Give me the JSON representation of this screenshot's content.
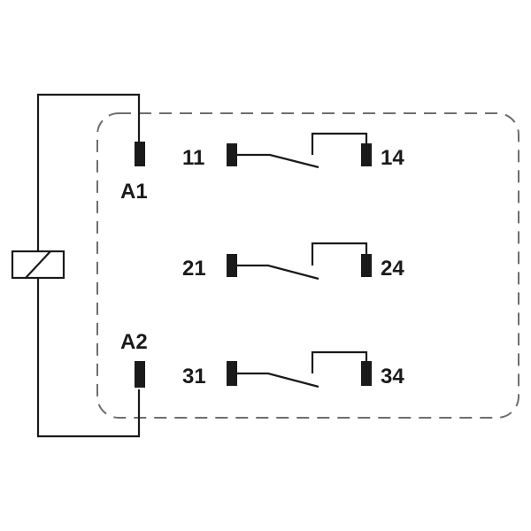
{
  "coil_terminals": {
    "top": "A1",
    "bottom": "A2"
  },
  "contacts": [
    {
      "common": "11",
      "normally_open": "14"
    },
    {
      "common": "21",
      "normally_open": "24"
    },
    {
      "common": "31",
      "normally_open": "34"
    }
  ],
  "colors": {
    "line": "#1a1a1a",
    "terminal": "#1a1a1a",
    "enclosure_dashed": "#6e6e6e",
    "background": "#ffffff"
  }
}
